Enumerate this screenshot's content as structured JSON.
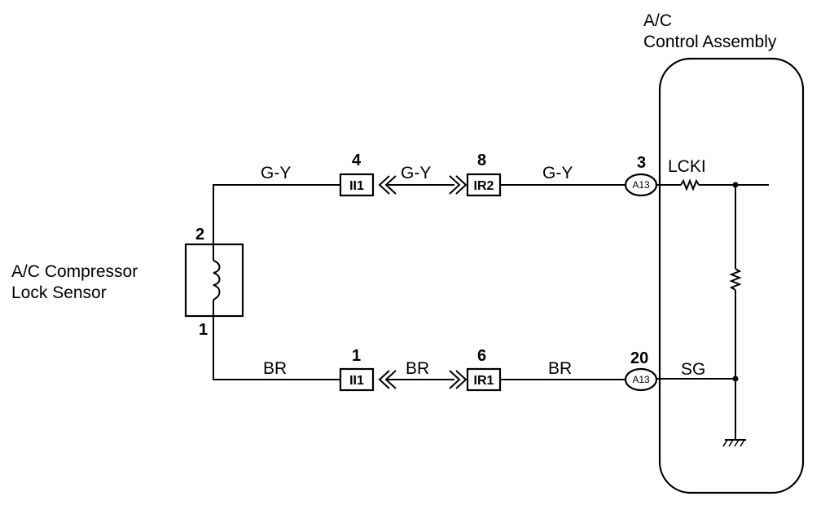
{
  "control_assembly": {
    "title_line1": "A/C",
    "title_line2": "Control Assembly"
  },
  "sensor": {
    "label_line1": "A/C Compressor",
    "label_line2": "Lock Sensor",
    "pin_top": "2",
    "pin_bottom": "1"
  },
  "upper_circuit": {
    "wire_color_1": "G-Y",
    "connector_1_pin": "4",
    "connector_1_id": "II1",
    "wire_color_2": "G-Y",
    "connector_2_pin": "8",
    "connector_2_id": "IR2",
    "wire_color_3": "G-Y",
    "terminal_pin": "3",
    "terminal_id": "A13",
    "signal": "LCKI"
  },
  "lower_circuit": {
    "wire_color_1": "BR",
    "connector_1_pin": "1",
    "connector_1_id": "II1",
    "wire_color_2": "BR",
    "connector_2_pin": "6",
    "connector_2_id": "IR1",
    "wire_color_3": "BR",
    "terminal_pin": "20",
    "terminal_id": "A13",
    "signal": "SG"
  }
}
